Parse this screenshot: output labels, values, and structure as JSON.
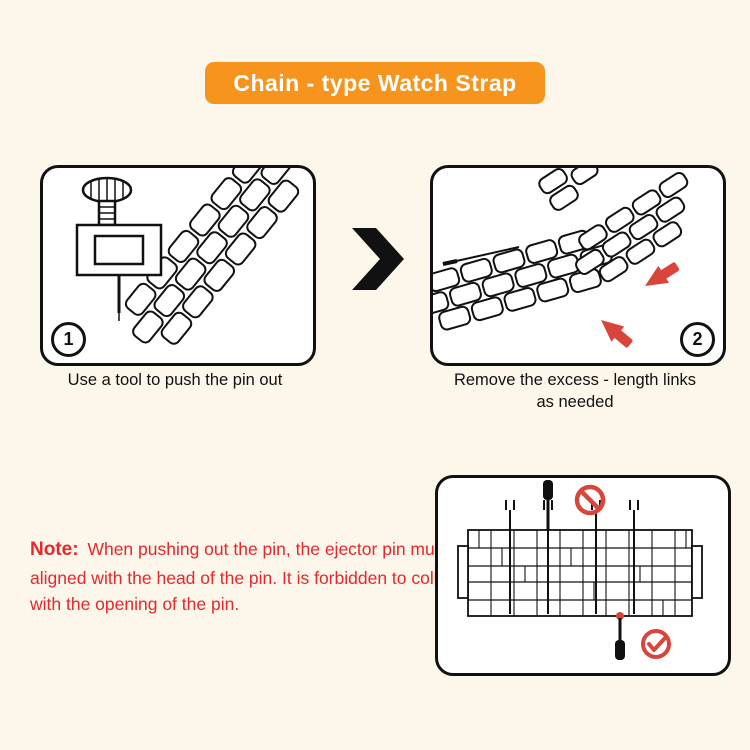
{
  "title": "Chain - type Watch Strap",
  "steps": [
    {
      "number": "1",
      "caption": "Use a tool to push the pin out"
    },
    {
      "number": "2",
      "caption_line1": "Remove the excess - length links",
      "caption_line2": "as needed"
    }
  ],
  "note": {
    "label": "Note:",
    "text": "When pushing out the pin, the ejector pin must be aligned with the head of the pin. It is forbidden to collide with the opening of the pin."
  },
  "icons": {
    "chevron_right": "❯",
    "prohibited": "no-entry circle with slash",
    "check": "✓"
  },
  "colors": {
    "background": "#FCF7EA",
    "banner_orange": "#F7941E",
    "note_red": "#E8262C",
    "arrow_red": "#D9453B",
    "line_black": "#111111"
  }
}
